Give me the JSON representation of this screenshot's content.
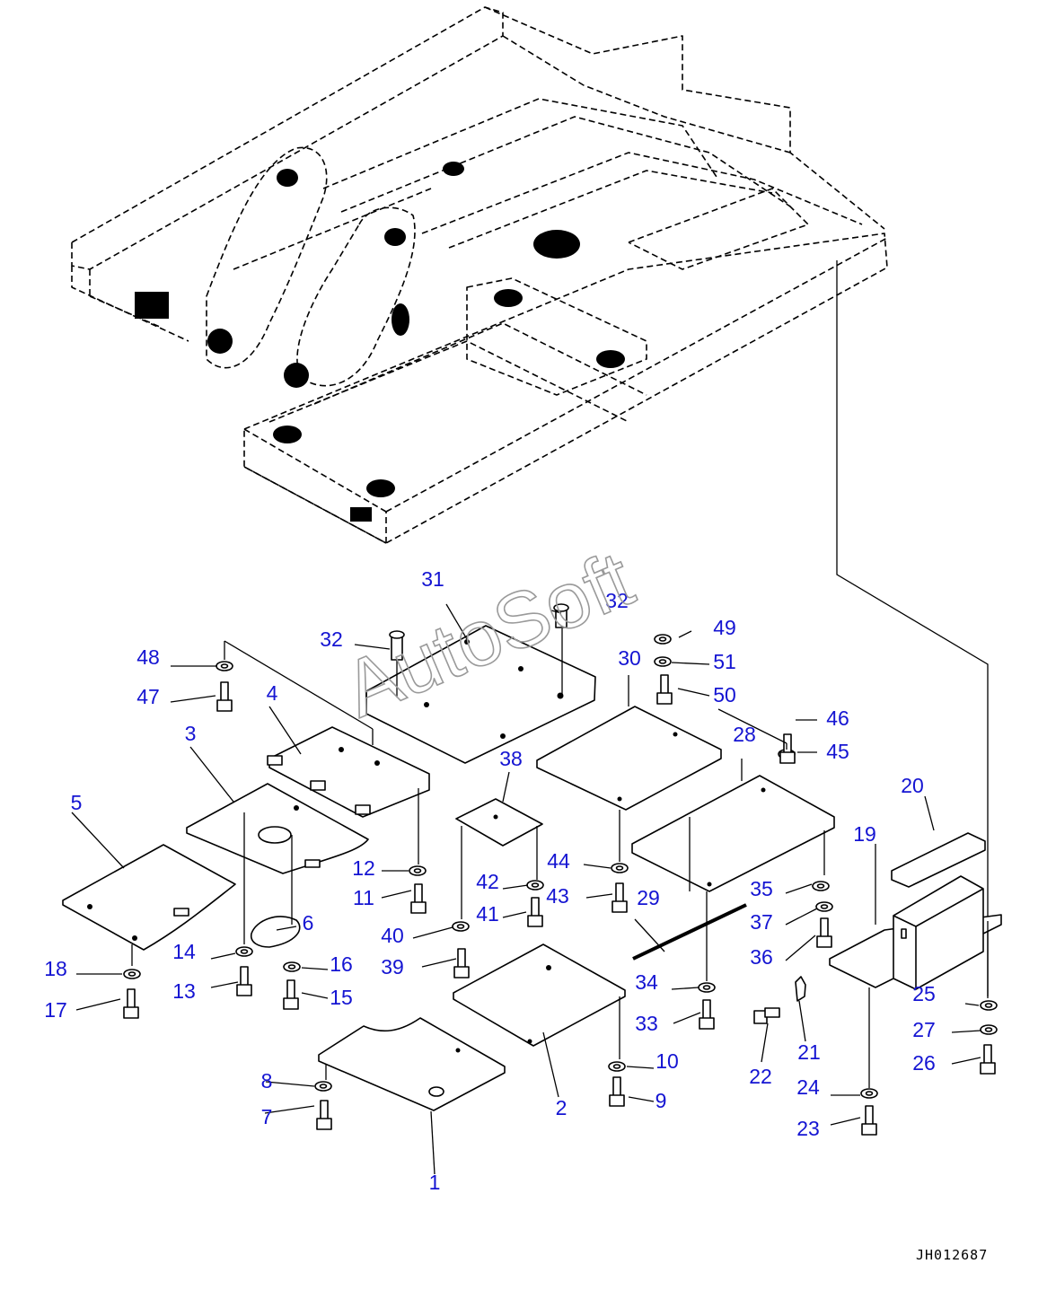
{
  "drawing_code": "JH012687",
  "watermark": "AutoSoft",
  "callouts": [
    "1",
    "2",
    "3",
    "4",
    "5",
    "6",
    "7",
    "8",
    "9",
    "10",
    "11",
    "12",
    "13",
    "14",
    "15",
    "16",
    "17",
    "18",
    "19",
    "20",
    "21",
    "22",
    "23",
    "24",
    "25",
    "26",
    "27",
    "28",
    "29",
    "30",
    "31",
    "32",
    "32",
    "33",
    "34",
    "35",
    "36",
    "37",
    "38",
    "39",
    "40",
    "41",
    "42",
    "43",
    "44",
    "45",
    "46",
    "47",
    "48",
    "49",
    "50",
    "51"
  ],
  "colors": {
    "callout": "#1414d2",
    "line": "#000000",
    "watermark": "#9a9a9a"
  }
}
